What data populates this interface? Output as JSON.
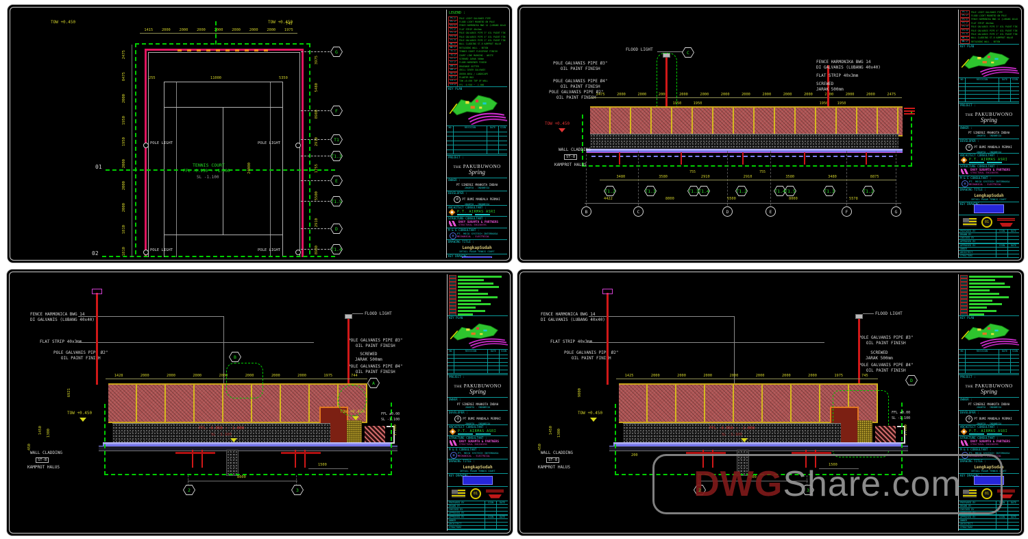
{
  "watermark": {
    "dwg": "DWG",
    "share": "Share.com"
  },
  "titleblock": {
    "legend_header": "LEGEND :",
    "legend": [
      {
        "tag": "PL-1",
        "text": "POLE LIGHT GALVANIS PIPE"
      },
      {
        "tag": "PL-2",
        "text": "FLOOD LIGHT MOUNTED ON POLE"
      },
      {
        "tag": "FC-1",
        "text": "FENCE HARMONIKA BWG 14 (LUBANG 40x40)"
      },
      {
        "tag": "FC-2",
        "text": "FLAT STRIP 40x3mm"
      },
      {
        "tag": "FC-3",
        "text": "POLE GALVANIS PIPE 3\" OIL PAINT FINISH"
      },
      {
        "tag": "FC-4",
        "text": "POLE GALVANIS PIPE 4\" OIL PAINT FINISH"
      },
      {
        "tag": "FC-5",
        "text": "POLE GALVANIS PIPE 2\" OIL PAINT FINISH"
      },
      {
        "tag": "WL-1",
        "text": "WALL CLADDING ST-8 KAMPROT HALUS"
      },
      {
        "tag": "WL-2",
        "text": "RETAINING WALL - BETON"
      },
      {
        "tag": "TC-1",
        "text": "TENNIS COURT FLEXIPAVE FINISH"
      },
      {
        "tag": "TC-2",
        "text": "COURT LINE MARKING - WHITE"
      },
      {
        "tag": "ST-1",
        "text": "SCREWED JARAK 500mm"
      },
      {
        "tag": "ST-2",
        "text": "FLOOR HARDENER FINISH"
      },
      {
        "tag": "DR-1",
        "text": "DRAINAGE GUTTER"
      },
      {
        "tag": "DR-2",
        "text": "GRILL COVER GALVANIS"
      },
      {
        "tag": "GL-1",
        "text": "GREEN AREA / LANDSCAPE"
      },
      {
        "tag": "GL-2",
        "text": "PLANTER BOX"
      },
      {
        "tag": "LV-1",
        "text": "TOW +0.450 TOP OF WALL"
      },
      {
        "tag": "LV-2",
        "text": "FFL -0.950 ~ -1.000"
      },
      {
        "tag": "LV-3",
        "text": "SL -1.100 STRUCTURE LEVEL"
      }
    ],
    "legend_bars": [
      64,
      38,
      52,
      60,
      30,
      44,
      58,
      34,
      48,
      26,
      40,
      22
    ],
    "keyplan_label": "KEY PLAN",
    "rev_headers": [
      "NO",
      "REVISION",
      "DATE",
      "SIGN"
    ],
    "rev_rows": [
      "",
      "",
      "",
      "",
      ""
    ],
    "project_label": "PROJECT :",
    "project_the": "THE",
    "project_name": "PAKUBUWONO",
    "project_script": "Spring",
    "owner_label": "OWNER :",
    "owner_name": "PT SINERGI MAHKOTA INDAH",
    "owner_sub": "JAKARTA - INDONESIA",
    "dev_label": "DEVELOPER :",
    "dev_name": "PT BUMI MANDALA PERMAI",
    "dev_sub": "JAKARTA - INDONESIA",
    "arch_label": "ARCHITECT CONSULTANT :",
    "arch_name": "P.T. AIRMAS ASRI",
    "str_label": "STRUCTURE CONSULTANT :",
    "str_name": "DAVY SUKAMTA & PARTNERS",
    "str_sub": "STRUCTURAL ENGINEERS",
    "me_label": "M & E CONSULTANT :",
    "me_name": "PT. MECO SYSTECH INTERNUSA",
    "me_sub": "MECHANICAL - ELECTRICAL",
    "title_label": "DRAWING TITLE :",
    "drawing_title": "LengkapSudah",
    "drawing_sub": "DETAIL PAGAR TENNIS COURT",
    "stamp_label": "KEY DRAWING :",
    "sign_title": "PREPARED BY",
    "sign_col1": "SIGN",
    "sign_col2": "DATE",
    "sign_rows": [
      "DRAWN BY",
      "CHECKED BY",
      "APPROVED BY"
    ],
    "appr_title": "APPROVED BY",
    "appr_rows": [
      "OWNER",
      "ARCHITECT",
      "STRUCTURE"
    ]
  },
  "plan": {
    "tow_left": "TOW +0.450",
    "tow_right": "TOW +0.450",
    "top_dims": [
      "1415",
      "2000",
      "2000",
      "2000",
      "2000",
      "2000",
      "2000",
      "2000",
      "1975"
    ],
    "top_small": "745",
    "mid_255": "255",
    "mid_11000": "11000",
    "mid_5350": "5350",
    "left_dims": [
      "2475",
      "8475",
      "2000",
      "1950",
      "1950",
      "2000",
      "2000",
      "2000",
      "1810",
      "1810"
    ],
    "right_dims": [
      "3975",
      "5480",
      "8980",
      "2910",
      "1755",
      "5500",
      "2910",
      "8980"
    ],
    "bubbles": [
      "G",
      "F",
      "T1",
      "T1.3",
      "E",
      "T1.5",
      "D",
      "T1.4"
    ],
    "court_name": "TENNIS COURT",
    "court_ffl": "FFL -0.950 ~ -1.000",
    "court_sl": "SL -1.100",
    "dim_24000": "24000",
    "pole_light": "POLE LIGHT",
    "sec1": "01",
    "sec2": "02"
  },
  "elev": {
    "flood": "FLOOD LIGHT",
    "pipe3": "POLE GALVANIS PIPE  Ø3\"",
    "pipe4": "POLE GALVANIS PIPE  Ø4\"",
    "pipe2": "POLE GALVANIS PIPE  Ø2\"",
    "finish": "OIL PAINT FINISH",
    "fence1": "FENCE HARMONIKA BWG 14",
    "fence2": "DI GALVANIS (LUBANG 40x40)",
    "flat": "FLAT STRIP  40x3mm",
    "screwed": "SCREWED",
    "jarak": "JARAK 500mm",
    "tow": "TOW +0.450",
    "wall": "WALL CLADDING",
    "st8": "ST-8",
    "kamprot": "KAMPROT HALUS",
    "top_dims": [
      "2475",
      "2000",
      "2000",
      "2000",
      "2000",
      "2000",
      "2000",
      "2000",
      "2000",
      "2000",
      "2000",
      "2000",
      "2000",
      "2000",
      "2475"
    ],
    "sub_dims": [
      "1950",
      "1950"
    ],
    "mid_dims": [
      "3480",
      "3580",
      "2910",
      "2910",
      "3580",
      "3480",
      "8875"
    ],
    "d755": "755",
    "t_bubbles": [
      "T1.2",
      "T1.3",
      "T1.3",
      "T1.4",
      "T1.2",
      "T1.4",
      "T1.5",
      "T1.3",
      "T1.2"
    ],
    "bot_dims": [
      "4422",
      "8000",
      "5500",
      "8000",
      "5578"
    ],
    "letters": [
      "B",
      "C",
      "D",
      "E",
      "F",
      "G"
    ],
    "hex": "C"
  },
  "da": {
    "fence1": "FENCE HARMONICA BWG 14",
    "fence2": "DI GALVANIS (LUBANG 40x40)",
    "flat": "FLAT STRIP  40x3mm",
    "pipe2": "POLE GALVANIS PIPE  Ø2\"",
    "pipe3": "POLE GALVANIS PIPE  Ø3\"",
    "pipe4": "POLE GALVANIS PIPE  Ø4\"",
    "finish": "OIL PAINT FINISH",
    "flood": "FLOOD LIGHT",
    "screwed": "SCREWED",
    "jarak": "JARAK 500mm",
    "tow": "TOW +0.450",
    "ffl0": "FFL ±0.00",
    "sl0": "SL -1.100",
    "redline1": "FFL -0.950 ~ -1.000",
    "redline2": "SL -1.100",
    "wall": "WALL CLADDING",
    "st8": "ST-8",
    "kamprot": "KAMPROT HALUS",
    "top_dims": [
      "1428",
      "2000",
      "2000",
      "2000",
      "2000",
      "2000",
      "2000",
      "2000",
      "1975",
      "744"
    ],
    "hdim": "6921",
    "v1": "1450",
    "v2": "1300",
    "v3": "450",
    "d1500": "1500",
    "d8000": "8000",
    "d1100": "1.100",
    "b1": "2",
    "b2": "3",
    "hexA": "A",
    "hexB": "B"
  },
  "db": {
    "fence1": "FENCE HARMONICA BWG 14",
    "fence2": "DI GALVANIS (LUBANG 40x40)",
    "flat": "FLAT STRIP  40x3mm",
    "pipe2": "POLE GALVANIS PIPE  Ø2\"",
    "pipe3": "POLE GALVANIS PIPE  Ø3\"",
    "pipe4": "POLE GALVANIS PIPE  Ø4\"",
    "finish": "OIL PAINT FINISH",
    "flood": "FLOOD LIGHT",
    "screwed": "SCREWED",
    "jarak": "JARAK 500mm",
    "tow": "TOW +0.450",
    "ffl0": "FFL ±0.00",
    "sl0": "SL -1.100",
    "redline1": "FFL -0.950 ~ -1.000",
    "redline2": "SL -1.100",
    "wall": "WALL CLADDING",
    "st8": "ST-8",
    "kamprot": "KAMPROT HALUS",
    "top_dims": [
      "1425",
      "2000",
      "2000",
      "2000",
      "2000",
      "2000",
      "2000",
      "2000",
      "1975",
      "745"
    ],
    "hdim": "9800",
    "v1": "1450",
    "v2": "1300",
    "v3": "450",
    "d1500": "1500",
    "d8000": "8000",
    "d200": "200",
    "d1100": "1.100",
    "b1": "2",
    "b2": "3",
    "hexD": "D"
  }
}
